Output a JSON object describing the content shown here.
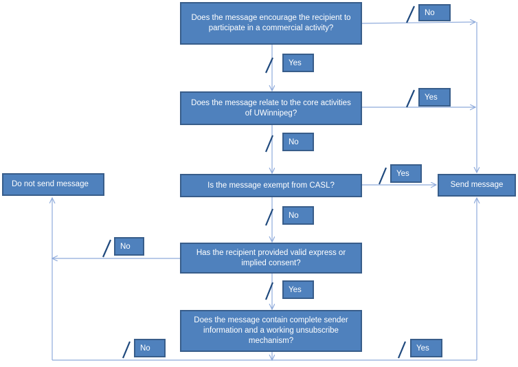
{
  "nodes": {
    "q1": "Does the message encourage the recipient to participate in a commercial activity?",
    "q2": "Does the message relate to the core activities of UWinnipeg?",
    "q3": "Is the message exempt from CASL?",
    "q4": "Has the recipient provided valid express or implied consent?",
    "q5": "Does the message contain complete sender information and a working unsubscribe mechanism?",
    "send": "Send message",
    "no_send": "Do not send message"
  },
  "edges": {
    "q1_no": "No",
    "q1_yes": "Yes",
    "q2_yes": "Yes",
    "q2_no": "No",
    "q3_yes": "Yes",
    "q3_no": "No",
    "q4_no": "No",
    "q4_yes": "Yes",
    "q5_no": "No",
    "q5_yes": "Yes"
  },
  "colors": {
    "box_fill": "#4f81bd",
    "box_border": "#385d8a",
    "connector": "#8eaadb",
    "slash": "#1f497d"
  }
}
